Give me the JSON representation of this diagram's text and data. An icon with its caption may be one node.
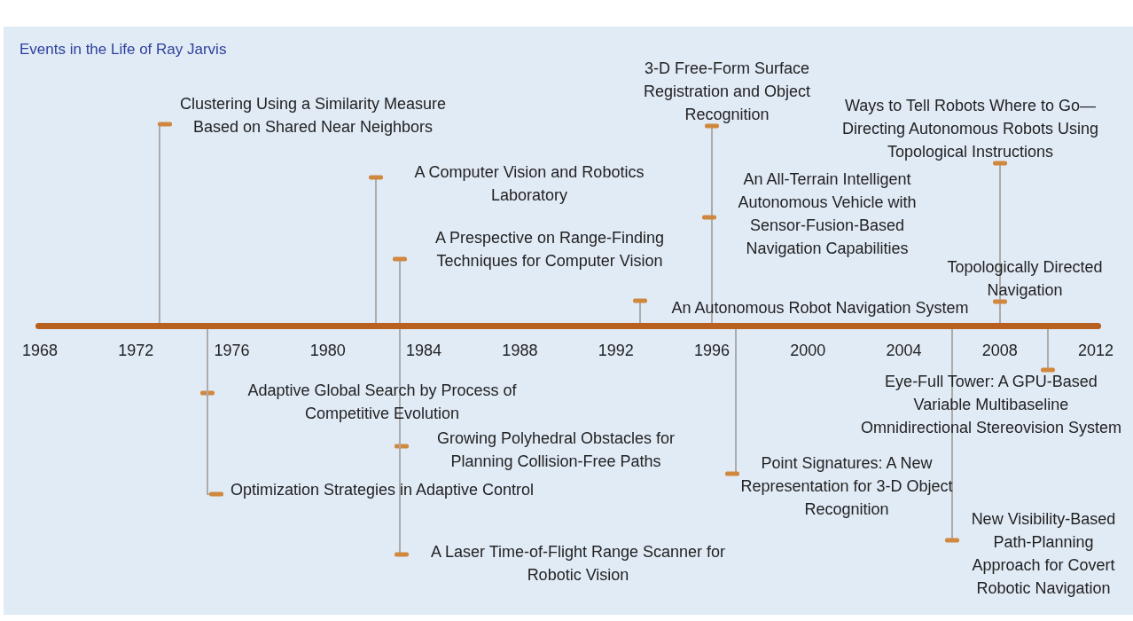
{
  "diagram": {
    "title": "Events in the Life of Ray Jarvis",
    "nodes": [
      {
        "text": [
          "Clustering Using a Similarity Measure Based on Shared Near Neighbors"
        ]
      },
      {
        "text": [
          "A Computer Vision and Robotics Laboratory"
        ]
      },
      {
        "text": [
          "A Prespective on Range-Finding Techniques for Computer Vision"
        ]
      },
      {
        "text": [
          "An Autonomous Robot Navigation System"
        ]
      },
      {
        "text": [
          "3-D Free-Form Surface Registration and Object Recognition"
        ]
      },
      {
        "text": [
          "Ways to Tell Robots Where to Go— Directing Autonomous Robots Using Topological Instructions"
        ]
      },
      {
        "text": [
          "An All-Terrain Intelligent Autonomous Vehicle with Sensor-Fusion-Based Navigation Capabilities"
        ]
      },
      {
        "text": [
          "Topologically Directed Navigation"
        ]
      },
      {
        "text": [
          "Adaptive Global Search by Process of Competitive Evolution"
        ]
      },
      {
        "text": [
          "Optimization Strategies in Adaptive Control"
        ]
      },
      {
        "text": [
          "Growing Polyhedral Obstacles for Planning Collision-Free Paths"
        ]
      },
      {
        "text": [
          "A Laser Time-of-Flight Range Scanner for Robotic Vision"
        ]
      },
      {
        "text": [
          "Point Signatures: A New Representation for 3-D Object Recognition"
        ]
      },
      {
        "text": [
          "Eye-Full Tower: A GPU-Based Variable Multibaseline Omnidirectional Stereovision System"
        ]
      },
      {
        "text": [
          "New Visibility-Based Path-Planning Approach for Covert Robotic Navigation"
        ]
      },
      {
        "text": [],
        "shape": "bar"
      }
    ],
    "edges": [
      {
        "from": 0,
        "to": 15,
        "arrow": "other"
      },
      {
        "from": 1,
        "to": 15,
        "arrow": "other"
      },
      {
        "from": 2,
        "to": 15,
        "arrow": "other"
      },
      {
        "from": 3,
        "to": 15,
        "arrow": "other"
      },
      {
        "from": 4,
        "to": 15,
        "arrow": "other"
      },
      {
        "from": 5,
        "to": 15,
        "arrow": "other"
      },
      {
        "from": 6,
        "to": 15,
        "arrow": "other"
      },
      {
        "from": 7,
        "to": 15,
        "arrow": "other"
      },
      {
        "from": 8,
        "to": 15,
        "arrow": "other"
      },
      {
        "from": 9,
        "to": 15,
        "arrow": "other"
      },
      {
        "from": 10,
        "to": 15,
        "arrow": "other"
      },
      {
        "from": 11,
        "to": 15,
        "arrow": "other"
      },
      {
        "from": 12,
        "to": 15,
        "arrow": "other"
      },
      {
        "from": 13,
        "to": 15,
        "arrow": "other"
      },
      {
        "from": 14,
        "to": 15,
        "arrow": "other"
      }
    ],
    "labels": [
      "1968",
      "1972",
      "1976",
      "1980",
      "1984",
      "1988",
      "1992",
      "1996",
      "2000",
      "2004",
      "2008",
      "2012"
    ]
  }
}
